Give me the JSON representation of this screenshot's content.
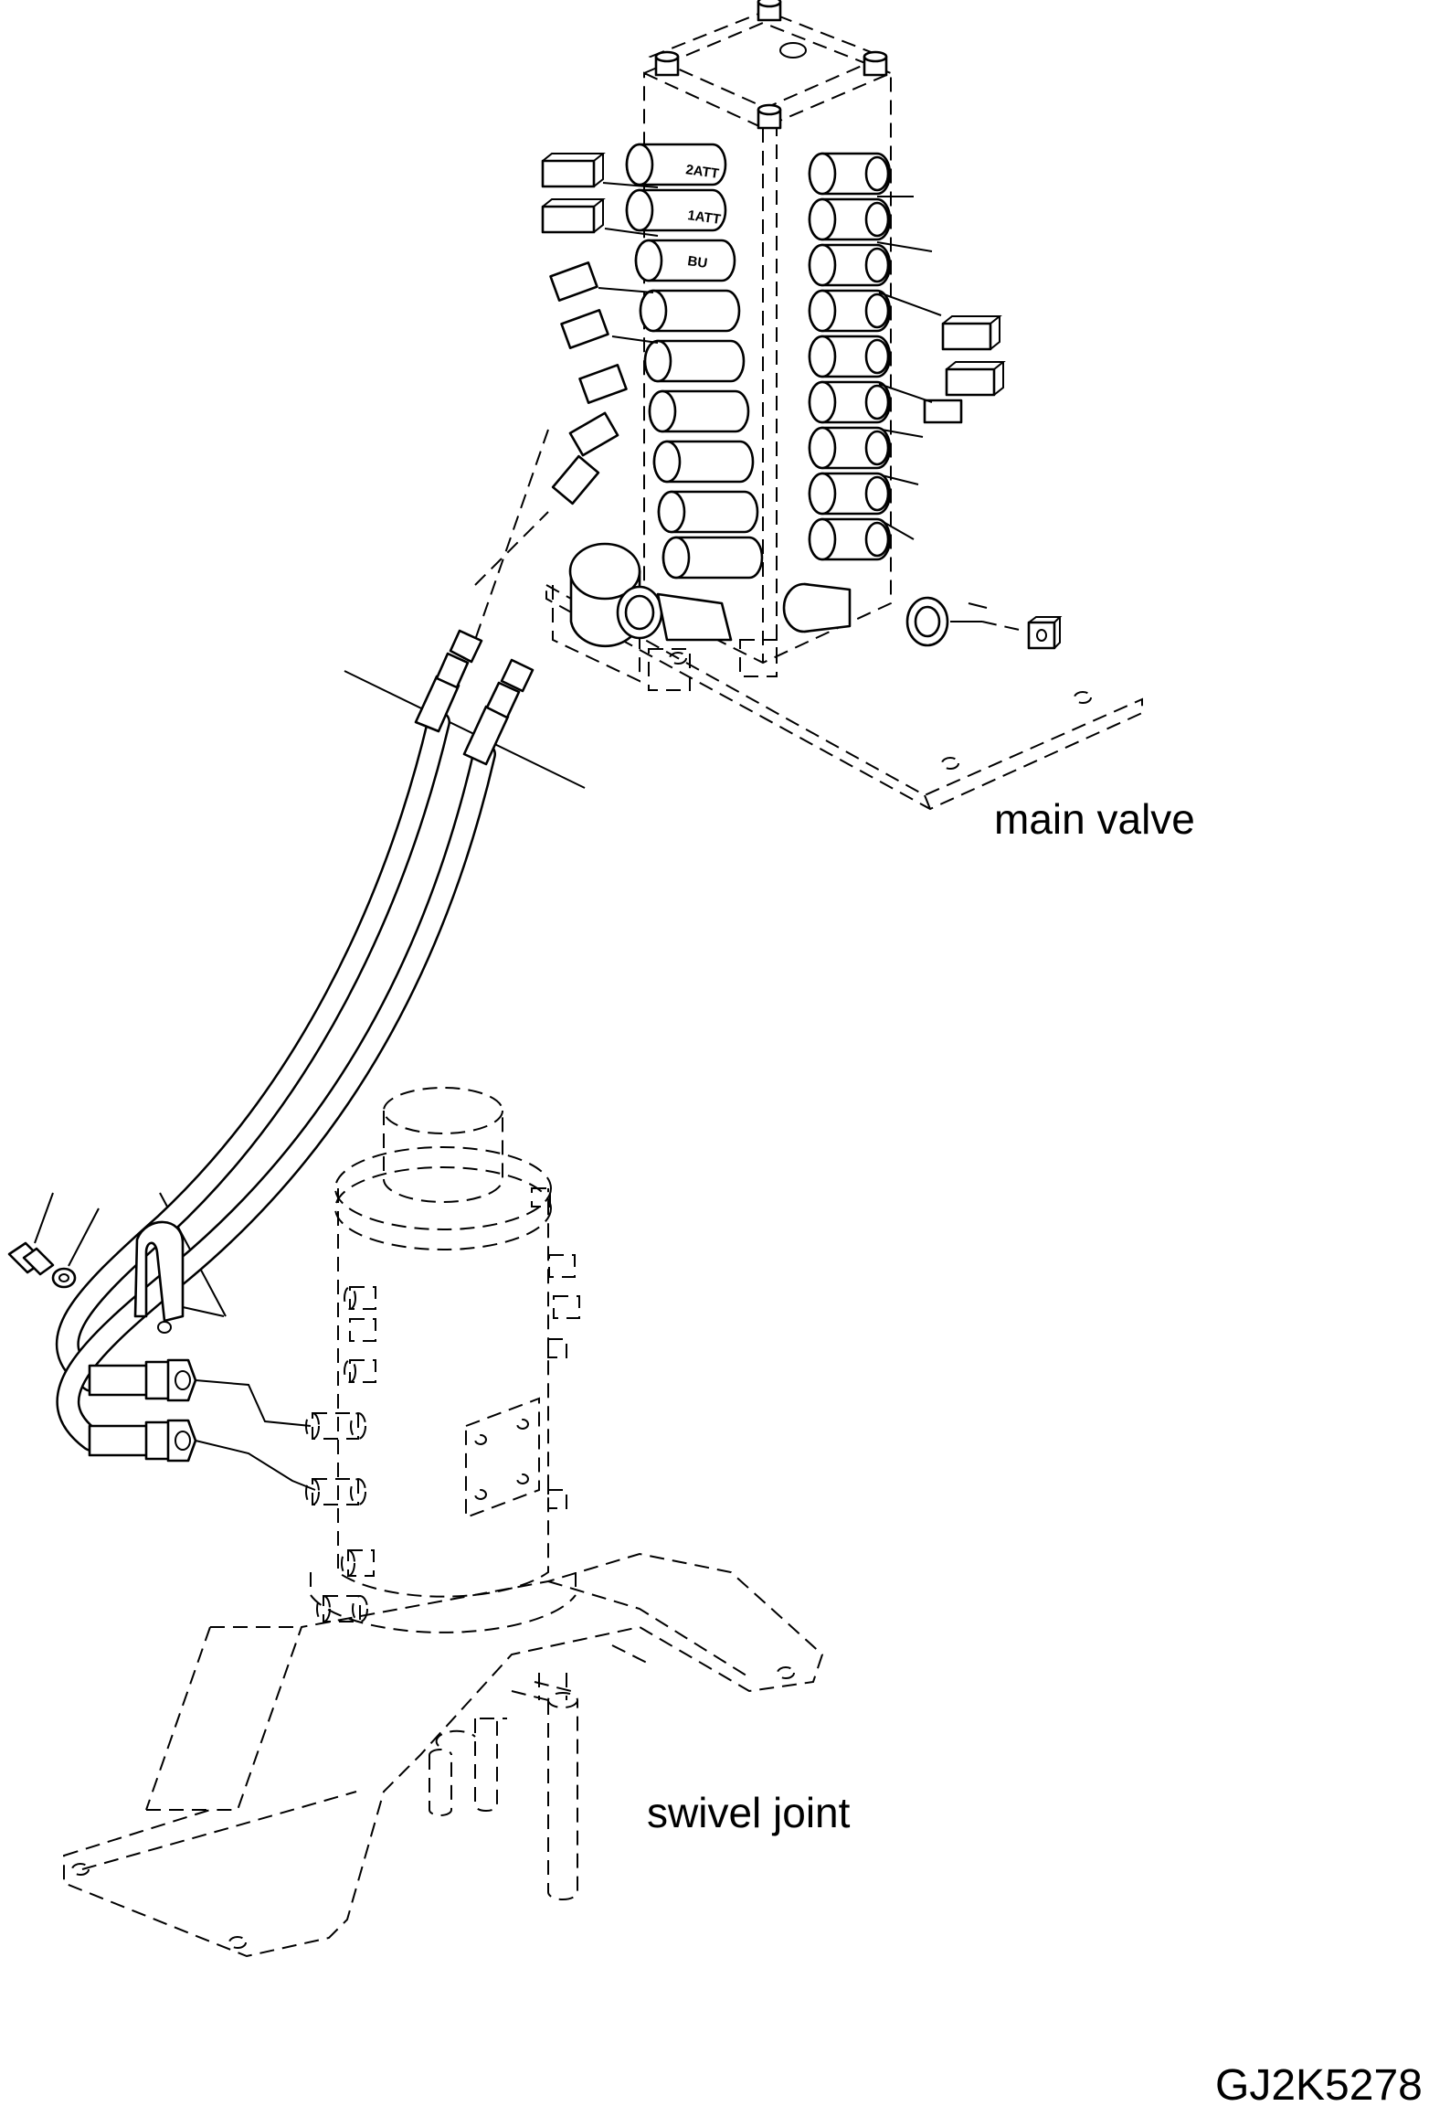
{
  "labels": {
    "main_valve": "main valve",
    "swivel_joint": "swivel joint",
    "drawing_code": "GJ2K5278"
  },
  "valve_tags": [
    "2ATT",
    "1ATT",
    "BU"
  ]
}
